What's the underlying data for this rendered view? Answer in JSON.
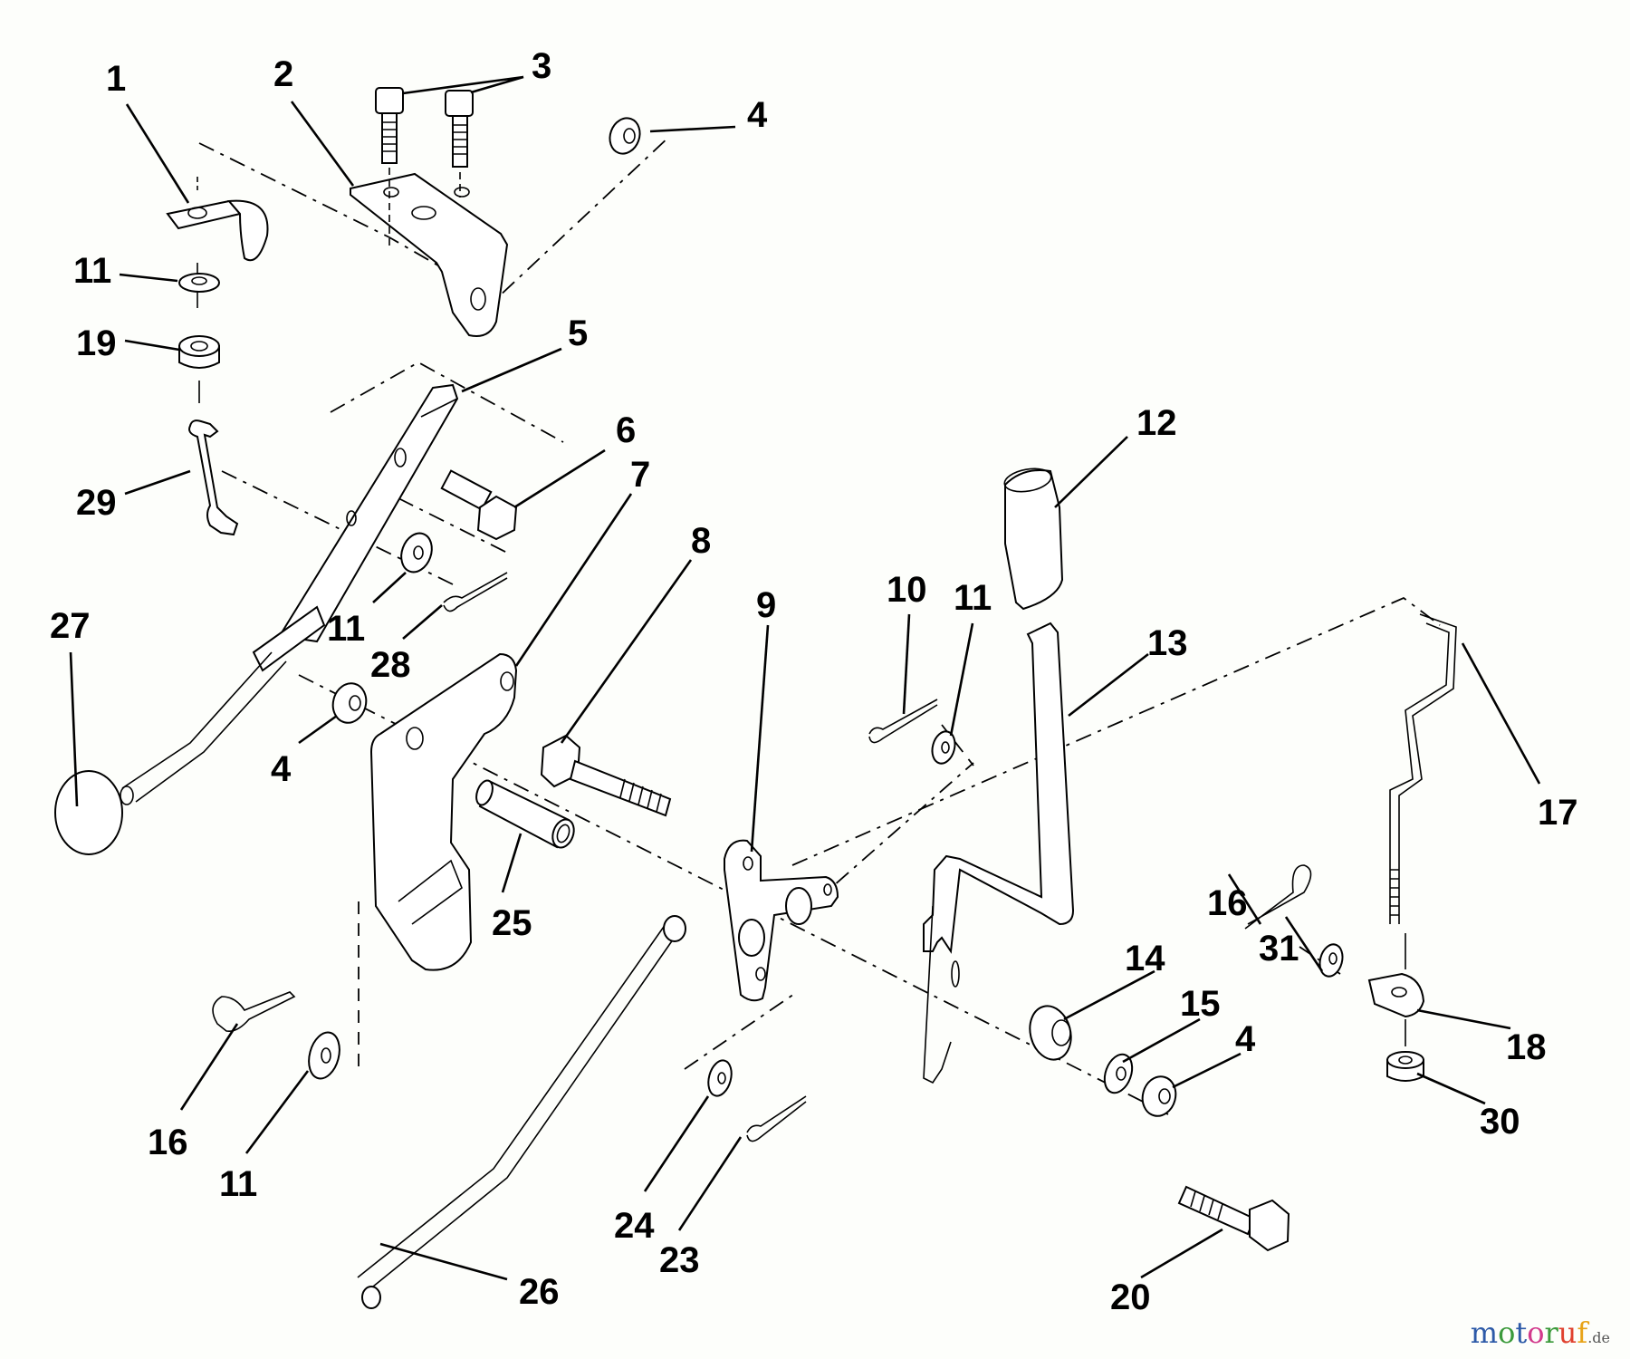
{
  "diagram": {
    "type": "exploded-parts-diagram",
    "labels": [
      {
        "id": "lbl-1",
        "text": "1"
      },
      {
        "id": "lbl-2",
        "text": "2"
      },
      {
        "id": "lbl-3",
        "text": "3"
      },
      {
        "id": "lbl-4a",
        "text": "4"
      },
      {
        "id": "lbl-11a",
        "text": "11"
      },
      {
        "id": "lbl-19",
        "text": "19"
      },
      {
        "id": "lbl-5",
        "text": "5"
      },
      {
        "id": "lbl-6",
        "text": "6"
      },
      {
        "id": "lbl-7",
        "text": "7"
      },
      {
        "id": "lbl-29",
        "text": "29"
      },
      {
        "id": "lbl-8",
        "text": "8"
      },
      {
        "id": "lbl-9",
        "text": "9"
      },
      {
        "id": "lbl-10",
        "text": "10"
      },
      {
        "id": "lbl-11b",
        "text": "11"
      },
      {
        "id": "lbl-12",
        "text": "12"
      },
      {
        "id": "lbl-13",
        "text": "13"
      },
      {
        "id": "lbl-27",
        "text": "27"
      },
      {
        "id": "lbl-11c",
        "text": "11"
      },
      {
        "id": "lbl-28",
        "text": "28"
      },
      {
        "id": "lbl-4b",
        "text": "4"
      },
      {
        "id": "lbl-17",
        "text": "17"
      },
      {
        "id": "lbl-25",
        "text": "25"
      },
      {
        "id": "lbl-16a",
        "text": "16"
      },
      {
        "id": "lbl-31",
        "text": "31"
      },
      {
        "id": "lbl-14",
        "text": "14"
      },
      {
        "id": "lbl-15",
        "text": "15"
      },
      {
        "id": "lbl-4c",
        "text": "4"
      },
      {
        "id": "lbl-18",
        "text": "18"
      },
      {
        "id": "lbl-30",
        "text": "30"
      },
      {
        "id": "lbl-16b",
        "text": "16"
      },
      {
        "id": "lbl-11d",
        "text": "11"
      },
      {
        "id": "lbl-24",
        "text": "24"
      },
      {
        "id": "lbl-23",
        "text": "23"
      },
      {
        "id": "lbl-26",
        "text": "26"
      },
      {
        "id": "lbl-20",
        "text": "20"
      }
    ]
  },
  "watermark": {
    "letters": [
      {
        "ch": "m",
        "color": "#2d5aa8"
      },
      {
        "ch": "o",
        "color": "#3b9a3b"
      },
      {
        "ch": "t",
        "color": "#2d5aa8"
      },
      {
        "ch": "o",
        "color": "#d23a8c"
      },
      {
        "ch": "r",
        "color": "#3b9a3b"
      },
      {
        "ch": "u",
        "color": "#e0412f"
      },
      {
        "ch": "f",
        "color": "#e8a317"
      }
    ],
    "suffix": ".de"
  }
}
